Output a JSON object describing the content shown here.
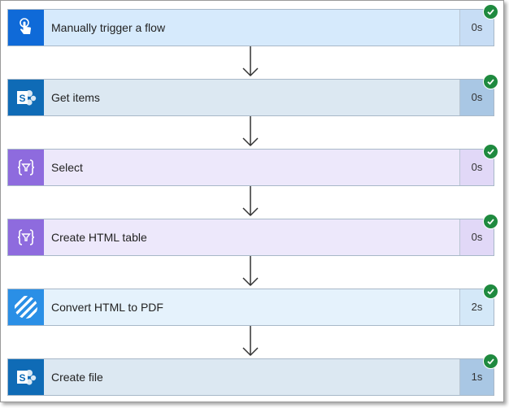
{
  "steps": [
    {
      "label": "Manually trigger a flow",
      "duration": "0s",
      "icon": "hand-touch-icon",
      "color": "#0f6ad8",
      "bg": "#d6eafc",
      "dur_bg": "#c7ddf5"
    },
    {
      "label": "Get items",
      "duration": "0s",
      "icon": "sharepoint-icon",
      "color": "#0f6bb6",
      "bg": "#dce8f2",
      "dur_bg": "#a9c7e4"
    },
    {
      "label": "Select",
      "duration": "0s",
      "icon": "data-operation-icon",
      "color": "#8e6bde",
      "bg": "#ede8fb",
      "dur_bg": "#e1d8f7"
    },
    {
      "label": "Create HTML table",
      "duration": "0s",
      "icon": "data-operation-icon",
      "color": "#8e6bde",
      "bg": "#ede8fb",
      "dur_bg": "#e1d8f7"
    },
    {
      "label": "Convert HTML to PDF",
      "duration": "2s",
      "icon": "striped-logo-icon",
      "color": "#2a8fe6",
      "bg": "#e5f2fc",
      "dur_bg": "#d4e8f8"
    },
    {
      "label": "Create file",
      "duration": "1s",
      "icon": "sharepoint-icon",
      "color": "#0f6bb6",
      "bg": "#dce8f2",
      "dur_bg": "#a9c7e4"
    }
  ],
  "status_color": "#1f8a3f"
}
